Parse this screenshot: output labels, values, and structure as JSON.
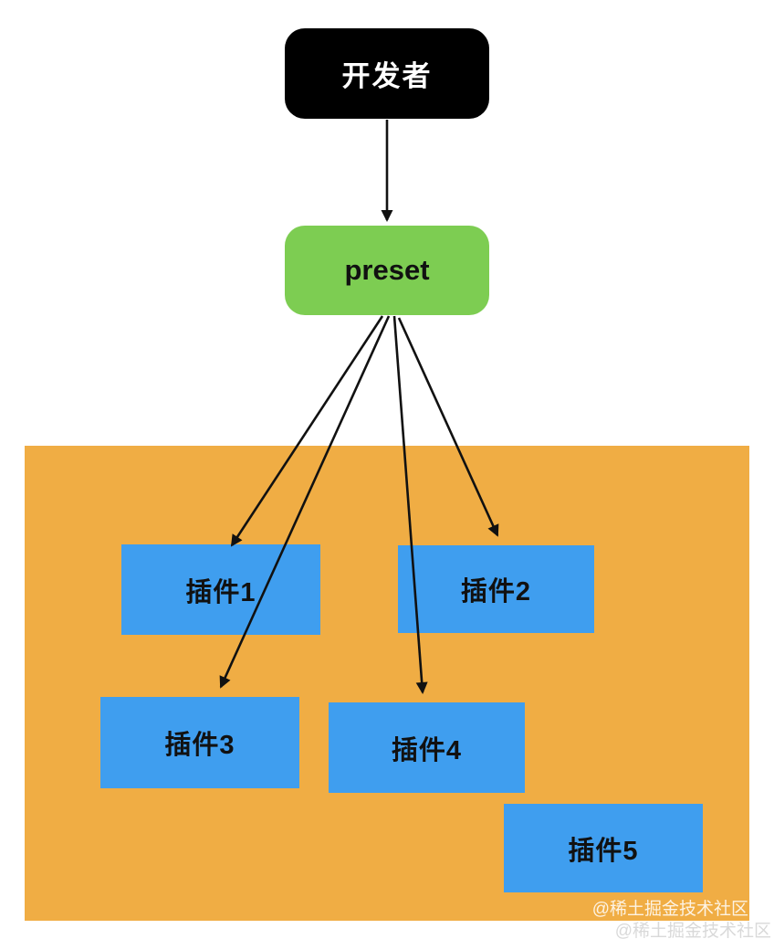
{
  "diagram": {
    "developer": {
      "label": "开发者"
    },
    "preset": {
      "label": "preset"
    },
    "plugins": [
      {
        "label": "插件1"
      },
      {
        "label": "插件2"
      },
      {
        "label": "插件3"
      },
      {
        "label": "插件4"
      },
      {
        "label": "插件5"
      }
    ],
    "watermark": {
      "line1": "@稀土掘金技术社区",
      "line2": "@稀土掘金技术社区"
    },
    "colors": {
      "developer_bg": "#000000",
      "developer_text": "#ffffff",
      "preset_bg": "#7dcd52",
      "preset_text": "#111111",
      "panel_bg": "#f0ad44",
      "plugin_bg": "#3f9eef",
      "plugin_text": "#111111",
      "arrow": "#111111"
    }
  }
}
